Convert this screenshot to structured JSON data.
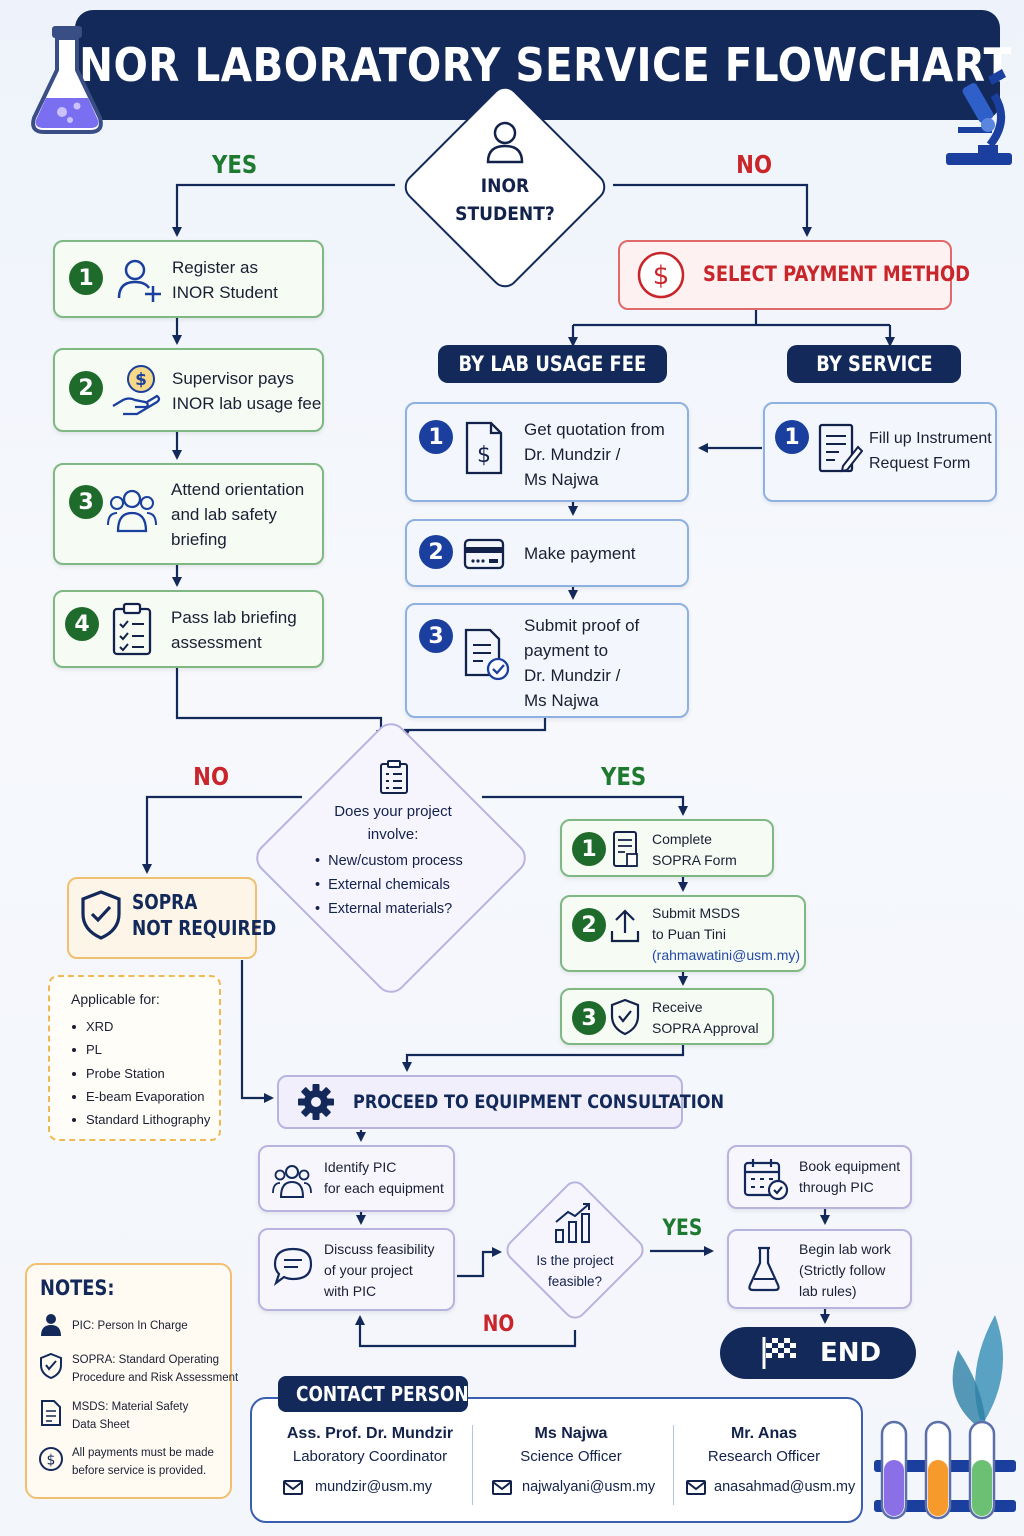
{
  "header": {
    "title": "INOR LABORATORY SERVICE FLOWCHART"
  },
  "decision_student": {
    "line1": "INOR",
    "line2": "STUDENT?"
  },
  "labels": {
    "yes_top": "YES",
    "no_top": "NO",
    "no_mid": "NO",
    "yes_mid": "YES",
    "yes_feasible": "YES",
    "no_feasible": "NO"
  },
  "student_steps": [
    {
      "num": "1",
      "line1": "Register as",
      "line2": "INOR Student"
    },
    {
      "num": "2",
      "line1": "Supervisor pays",
      "line2": "INOR lab usage fee"
    },
    {
      "num": "3",
      "line1": "Attend orientation",
      "line2": "and lab safety",
      "line3": "briefing"
    },
    {
      "num": "4",
      "line1": "Pass lab briefing",
      "line2": "assessment"
    }
  ],
  "payment": {
    "title": "SELECT PAYMENT METHOD",
    "by_lab_usage_fee": "BY LAB USAGE FEE",
    "by_service": "BY SERVICE"
  },
  "fee_steps": [
    {
      "num": "1",
      "line1": "Get quotation from",
      "line2": "Dr. Mundzir /",
      "line3": "Ms Najwa"
    },
    {
      "num": "2",
      "line1": "Make payment"
    },
    {
      "num": "3",
      "line1": "Submit proof of",
      "line2": "payment to",
      "line3": "Dr. Mundzir /",
      "line4": "Ms Najwa"
    }
  ],
  "service_step": {
    "num": "1",
    "line1": "Fill up Instrument",
    "line2": "Request Form"
  },
  "decision_project": {
    "line1": "Does your project",
    "line2": "involve:",
    "bullets": [
      "New/custom process",
      "External chemicals",
      "External materials?"
    ]
  },
  "sopra_steps": [
    {
      "num": "1",
      "line1": "Complete",
      "line2": "SOPRA Form"
    },
    {
      "num": "2",
      "line1": "Submit MSDS",
      "line2": "to Puan Tini",
      "email": "(rahmawatini@usm.my)"
    },
    {
      "num": "3",
      "line1": "Receive",
      "line2": "SOPRA Approval"
    }
  ],
  "sopra_not_required": {
    "line1": "SOPRA",
    "line2": "NOT REQUIRED",
    "applicable_title": "Applicable for:",
    "items": [
      "XRD",
      "PL",
      "Probe Station",
      "E-beam Evaporation",
      "Standard Lithography"
    ]
  },
  "consultation": {
    "title": "PROCEED TO EQUIPMENT CONSULTATION",
    "identify_1": "Identify PIC",
    "identify_2": "for each equipment",
    "discuss_1": "Discuss feasibility",
    "discuss_2": "of your project",
    "discuss_3": "with PIC",
    "feasible_1": "Is the project",
    "feasible_2": "feasible?",
    "book_1": "Book equipment",
    "book_2": "through PIC",
    "begin_1": "Begin lab work",
    "begin_2": "(Strictly follow",
    "begin_3": "lab rules)",
    "end": "END"
  },
  "notes": {
    "title": "NOTES:",
    "pic": "PIC: Person In Charge",
    "sopra_1": "SOPRA: Standard Operating",
    "sopra_2": "Procedure and Risk Assessment",
    "msds_1": "MSDS: Material Safety",
    "msds_2": "Data Sheet",
    "pay_1": "All payments must be made",
    "pay_2": "before service is provided."
  },
  "contact": {
    "title": "CONTACT PERSON",
    "people": [
      {
        "name": "Ass. Prof. Dr. Mundzir",
        "role": "Laboratory Coordinator",
        "email": "mundzir@usm.my"
      },
      {
        "name": "Ms Najwa",
        "role": "Science Officer",
        "email": "najwalyani@usm.my"
      },
      {
        "name": "Mr. Anas",
        "role": "Research Officer",
        "email": "anasahmad@usm.my"
      }
    ]
  },
  "colors": {
    "navy": "#12295a",
    "green": "#1e6b2c",
    "red": "#c8262b",
    "blue": "#1a3f9e",
    "purple": "#b9b3e0",
    "orange": "#f0c070"
  }
}
